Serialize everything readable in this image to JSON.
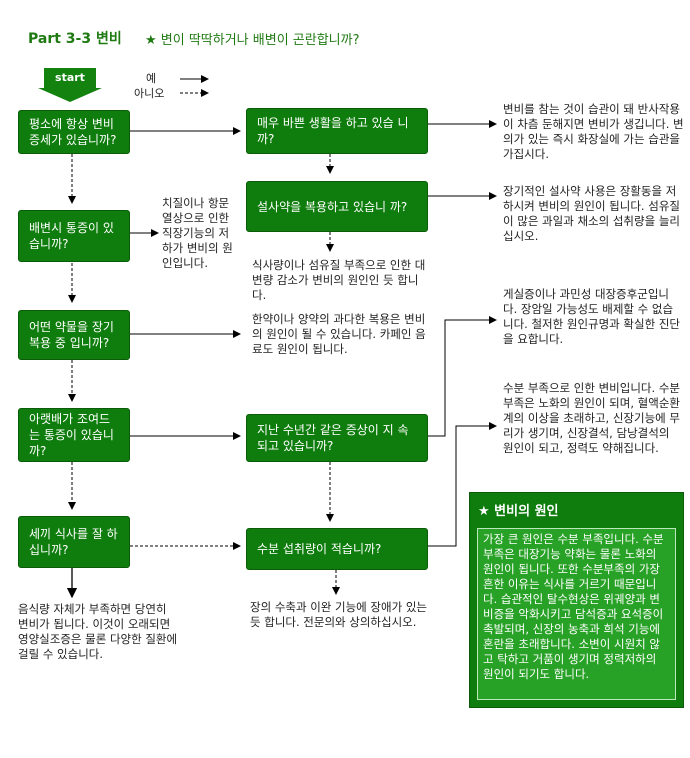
{
  "header": {
    "title": "Part 3-3 변비",
    "subtitle": "★ 변이 딱딱하거나 배변이 곤란합니까?"
  },
  "legend": {
    "yes": "예",
    "no": "아니오"
  },
  "start_label": "start",
  "questions": {
    "q1": "평소에 항상 변비 증세가 있습니까?",
    "q2": "배변시 통증이 있 습니까?",
    "q3": "어떤 약물을 장기 복용 중 입니까?",
    "q4": "아랫배가 조여드 는 통증이 있습니 까?",
    "q5": "세끼 식사를 잘 하십니까?",
    "q6": "매우 바쁜 생활을 하고 있습 니까?",
    "q7": "설사약을 복용하고 있습니 까?",
    "q8": "지난 수년간 같은 증상이 지 속되고 있습니까?",
    "q9": "수분 섭취량이 적습니까?"
  },
  "notes": {
    "n1": "변비를 참는 것이 습관이 돼 반사작용이 차츰 둔해지면 변비가 생깁니다. 변의가 있는 즉시 화장실에 가는 습관을 가집시다.",
    "n2": "장기적인 설사약 사용은 장활동을 저하시켜 변비의 원인이 됩니다. 섬유질이 많은 과일과 채소의 섭취량을 늘리십시오.",
    "n3": "치질이나 항문 열상으로 인한 직장기능의 저하가 변비의 원인입니다.",
    "n4": "식사량이나 섬유질 부족으로 인한 대변량 감소가 변비의 원인인 듯 합니다.",
    "n5": "한약이나 양약의 과다한 복용은 변비의 원인이 될 수 있습니다. 카페인 음료도 원인이 됩니다.",
    "n6": "게실증이나 과민성 대장증후군입니다. 장암일 가능성도 배제할 수 없습니다. 철저한 원인규명과 확실한 진단을 요합니다.",
    "n7": "수분 부족으로 인한 변비입니다. 수분 부족은 노화의 원인이 되며, 혈액순환계의 이상을 초래하고, 신장기능에 무리가 생기며, 신장결석, 담낭결석의 원인이 되고, 정력도 약해집니다.",
    "n8": "음식량 자체가 부족하면 당연히 변비가 됩니다. 이것이 오래되면 영양실조증은 물론 다양한 질환에 걸릴 수 있습니다.",
    "n9": "장의 수축과 이완 기능에 장애가 있는 듯 합니다. 전문의와 상의하십시오."
  },
  "cause_box": {
    "title": "★ 변비의 원인",
    "body": "가장 큰 원인은 수분 부족입니다. 수분 부족은 대장기능 약화는 물론 노화의 원인이 됩니다. 또한 수분부족의 가장 흔한 이유는 식사를 거르기 때문입니다. 습관적인 탈수현상은 위궤양과 변비증을 악화시키고 담석증과 요석증이 촉발되며, 신장의 농축과 희석 기능에 혼란을 초래합니다. 소변이 시원치 않고 탁하고 거품이 생기며 정력저하의 원인이 되기도 합니다."
  },
  "colors": {
    "box": "#0f7d0d",
    "title": "#1f7a12",
    "cause_inner": "#27a126"
  }
}
